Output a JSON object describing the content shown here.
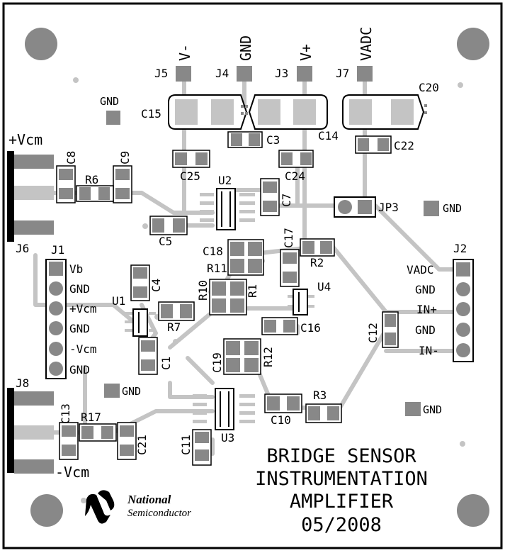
{
  "board": {
    "title_lines": [
      "BRIDGE SENSOR",
      "INSTRUMENTATION",
      "AMPLIFIER",
      "05/2008"
    ],
    "logo_line1": "National",
    "logo_line2": "Semiconductor",
    "colors": {
      "pad": "#888888",
      "trace": "#c4c4c4",
      "edge": "#000000",
      "hole": "#888888"
    }
  },
  "connectors": {
    "top": [
      "V-",
      "GND",
      "V+",
      "VADC"
    ],
    "left_top": "+Vcm",
    "left_bottom": "-Vcm",
    "j1_pins": [
      "Vb",
      "GND",
      "+Vcm",
      "GND",
      "-Vcm",
      "GND"
    ],
    "j2_pins": [
      "VADC",
      "GND",
      "IN+",
      "GND",
      "IN-"
    ]
  },
  "gnd_pads": [
    "GND",
    "GND",
    "GND",
    "GND"
  ],
  "designators": {
    "J5": "J5",
    "J4": "J4",
    "J3": "J3",
    "J7": "J7",
    "J6": "J6",
    "J1": "J1",
    "J2": "J2",
    "J8": "J8",
    "JP3": "JP3",
    "C1": "C1",
    "C3": "C3",
    "C4": "C4",
    "C5": "C5",
    "C7": "C7",
    "C8": "C8",
    "C9": "C9",
    "C10": "C10",
    "C11": "C11",
    "C12": "C12",
    "C13": "C13",
    "C14": "C14",
    "C15": "C15",
    "C16": "C16",
    "C17": "C17",
    "C18": "C18",
    "C19": "C19",
    "C20": "C20",
    "C21": "C21",
    "C22": "C22",
    "C24": "C24",
    "C25": "C25",
    "R1": "R1",
    "R2": "R2",
    "R3": "R3",
    "R6": "R6",
    "R7": "R7",
    "R10": "R10",
    "R11": "R11",
    "R12": "R12",
    "R17": "R17",
    "U1": "U1",
    "U2": "U2",
    "U3": "U3",
    "U4": "U4"
  }
}
